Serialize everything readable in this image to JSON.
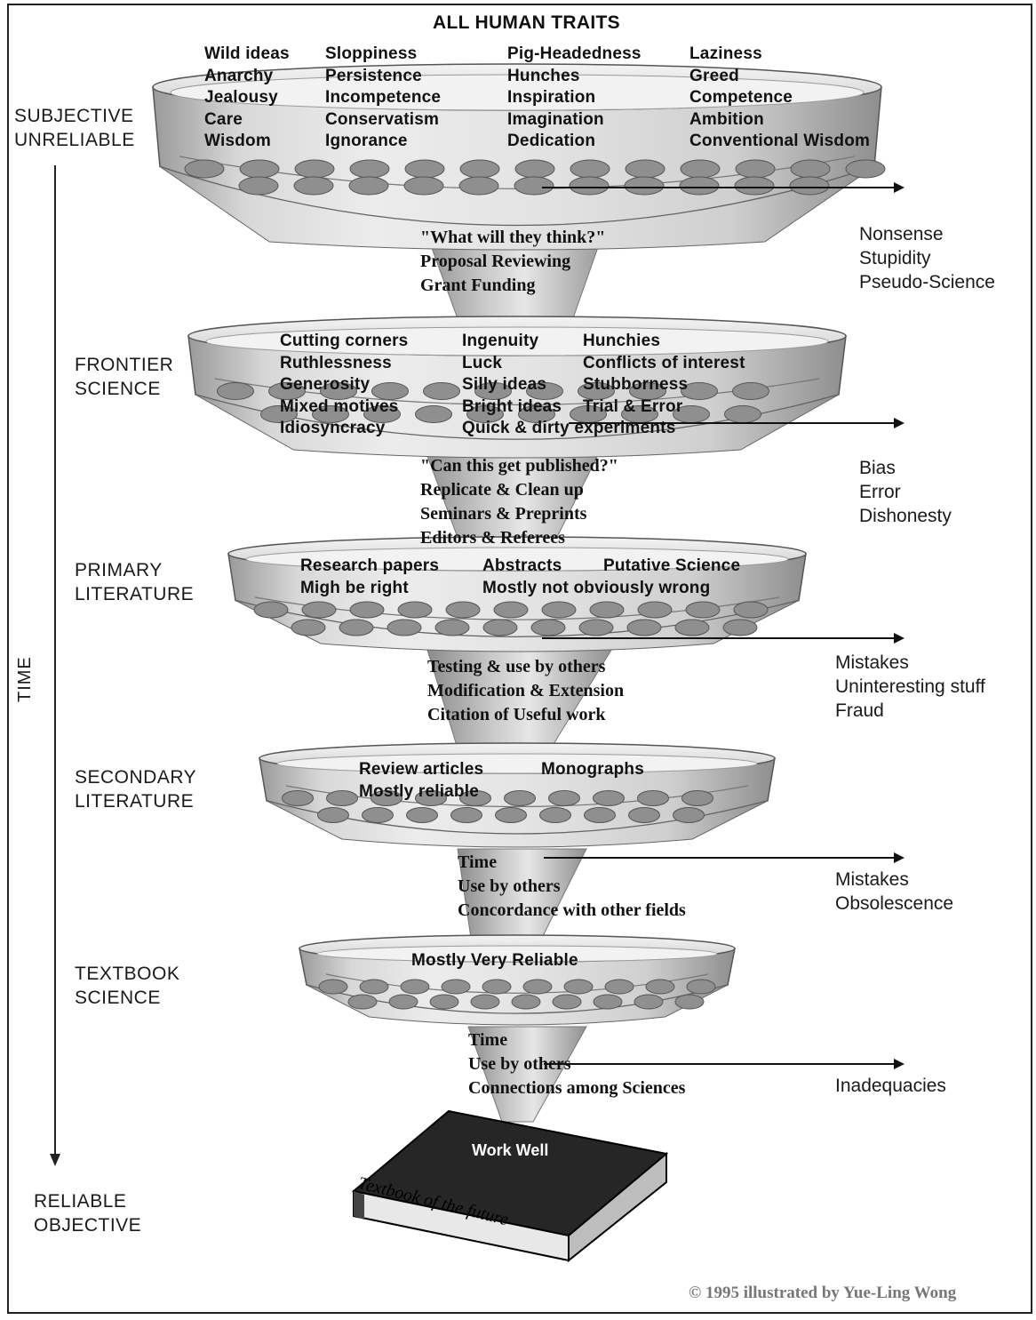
{
  "title": "ALL HUMAN TRAITS",
  "copyright": "© 1995 illustrated by Yue-Ling Wong",
  "time_axis": {
    "label": "TIME"
  },
  "stage_labels": {
    "top": [
      "SUBJECTIVE",
      "UNRELIABLE"
    ],
    "frontier": [
      "FRONTIER",
      "SCIENCE"
    ],
    "primary": [
      "PRIMARY",
      "LITERATURE"
    ],
    "secondary": [
      "SECONDARY",
      "LITERATURE"
    ],
    "textbook": [
      "TEXTBOOK",
      "SCIENCE"
    ],
    "bottom": [
      "RELIABLE",
      "OBJECTIVE"
    ]
  },
  "traits_columns": [
    [
      "Wild ideas",
      "Anarchy",
      "Jealousy",
      "Care",
      "Wisdom"
    ],
    [
      "Sloppiness",
      "Persistence",
      "Incompetence",
      "Conservatism",
      "Ignorance"
    ],
    [
      "Pig-Headedness",
      "Hunches",
      "Inspiration",
      "Imagination",
      "Dedication"
    ],
    [
      "Laziness",
      "Greed",
      "Competence",
      "Ambition",
      "Conventional Wisdom"
    ]
  ],
  "filter_1": [
    "\"What will they think?\"",
    "Proposal Reviewing",
    "Grant Funding"
  ],
  "frontier_columns": [
    [
      "Cutting corners",
      "Ruthlessness",
      "Generosity",
      "Mixed motives",
      "Idiosyncracy"
    ],
    [
      "Ingenuity",
      "Luck",
      "Silly ideas",
      "Bright ideas",
      "Quick & dirty experiments"
    ],
    [
      "Hunchies",
      "Conflicts of interest",
      "Stubborness",
      "Trial & Error"
    ]
  ],
  "filter_2": [
    "\"Can this get published?\"",
    "Replicate & Clean up",
    "Seminars & Preprints",
    "Editors & Referees"
  ],
  "primary_columns": [
    [
      "Research papers",
      "Migh be right"
    ],
    [
      "Abstracts",
      "Mostly not obviously wrong"
    ],
    [
      "Putative Science"
    ]
  ],
  "filter_3": [
    "Testing & use by others",
    "Modification & Extension",
    "Citation of Useful work"
  ],
  "secondary_columns": [
    [
      "Review articles",
      "Mostly reliable"
    ],
    [
      "Monographs"
    ]
  ],
  "filter_4": [
    "Time",
    "Use by others",
    "Concordance with other fields"
  ],
  "textbook_text": "Mostly Very Reliable",
  "filter_5": [
    "Time",
    "Use by others",
    "Connections among Sciences"
  ],
  "outputs": {
    "o1": [
      "Nonsense",
      "Stupidity",
      "Pseudo-Science"
    ],
    "o2": [
      "Bias",
      "Error",
      "Dishonesty"
    ],
    "o3": [
      "Mistakes",
      "Uninteresting stuff",
      "Fraud"
    ],
    "o4": [
      "Mistakes",
      "Obsolescence"
    ],
    "o5": [
      "Inadequacies"
    ]
  },
  "book": {
    "cover_text": "Work Well",
    "spine_text": "Textbook of the future"
  }
}
